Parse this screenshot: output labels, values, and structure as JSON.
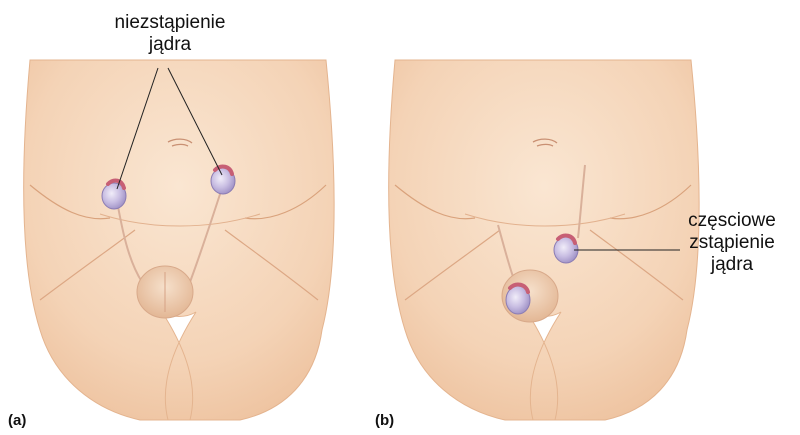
{
  "panels": [
    {
      "letter": "(a)",
      "label_lines": [
        "niezstąpienie",
        "jądra"
      ]
    },
    {
      "letter": "(b)",
      "label_lines": [
        "częsciowe",
        "zstąpienie",
        "jądra"
      ]
    }
  ],
  "colors": {
    "skin": "#f6d8bd",
    "skin_shadow": "#e9b993",
    "skin_line": "#d9a27c",
    "testis": "#c3b7dd",
    "testis_highlight": "#ece7f7",
    "epididymis": "#cf6f82",
    "leader_line": "#222222",
    "text": "#111111"
  }
}
